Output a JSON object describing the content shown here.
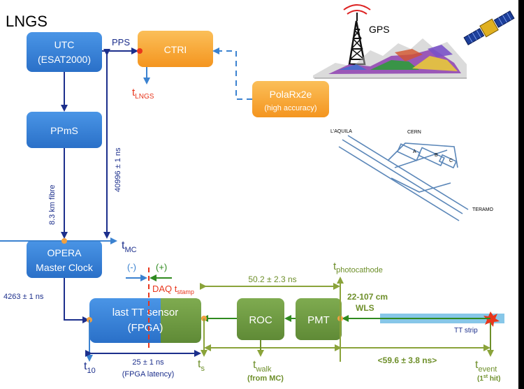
{
  "title": "LNGS",
  "boxes": {
    "utc_line1": "UTC",
    "utc_line2": "(ESAT2000)",
    "ctri": "CTRI",
    "ppms": "PPmS",
    "polarx_line1": "PolaRx2e",
    "polarx_line2": "(high accuracy)",
    "opera_line1": "OPERA",
    "opera_line2": "Master Clock",
    "lasttt_line1": "last TT sensor",
    "lasttt_line2": "(FPGA)",
    "roc": "ROC",
    "pmt": "PMT"
  },
  "labels": {
    "pps": "PPS",
    "t_lngs_main": "t",
    "t_lngs_sub": "LNGS",
    "gps": "GPS",
    "fibre": "8.3 km fibre",
    "ns_40996": "40996 ± 1 ns",
    "t_mc_main": "t",
    "t_mc_sub": "MC",
    "ns_4263": "4263 ± 1 ns",
    "minus": "(-)",
    "plus": "(+)",
    "daq_main": "DAQ t",
    "daq_sub": "stamp",
    "ns_50": "50.2 ± 2.3 ns",
    "t_photo_main": "t",
    "t_photo_sub": "photocathode",
    "wls_line1": "22-107 cm",
    "wls_line2": "WLS",
    "tt_strip": "TT strip",
    "t10_main": "t",
    "t10_sub": "10",
    "fpga_ns": "25 ± 1 ns",
    "fpga_latency": "(FPGA latency)",
    "ts_main": "t",
    "ts_sub": "s",
    "twalk_main": "t",
    "twalk_sub": "walk",
    "twalk_note": "(from MC)",
    "ns_59": "<59.6 ± 3.8 ns>",
    "tevent_main": "t",
    "tevent_sub": "event",
    "tevent_note_pre": "(1",
    "tevent_note_sup": "st",
    "tevent_note_post": " hit)"
  },
  "map_labels": {
    "laquila": "L'AQUILA",
    "cern": "CERN",
    "teramo": "TERAMO",
    "hall_a": "A",
    "hall_b": "B",
    "hall_c": "C"
  },
  "colors": {
    "blue_box": "#2e7fd9",
    "orange_box": "#f7a32f",
    "green_box": "#6e9a42",
    "dark_blue": "#1c2f8c",
    "green_line": "#2f8a1f",
    "olive": "#8aa33a",
    "red": "#e8361c"
  }
}
